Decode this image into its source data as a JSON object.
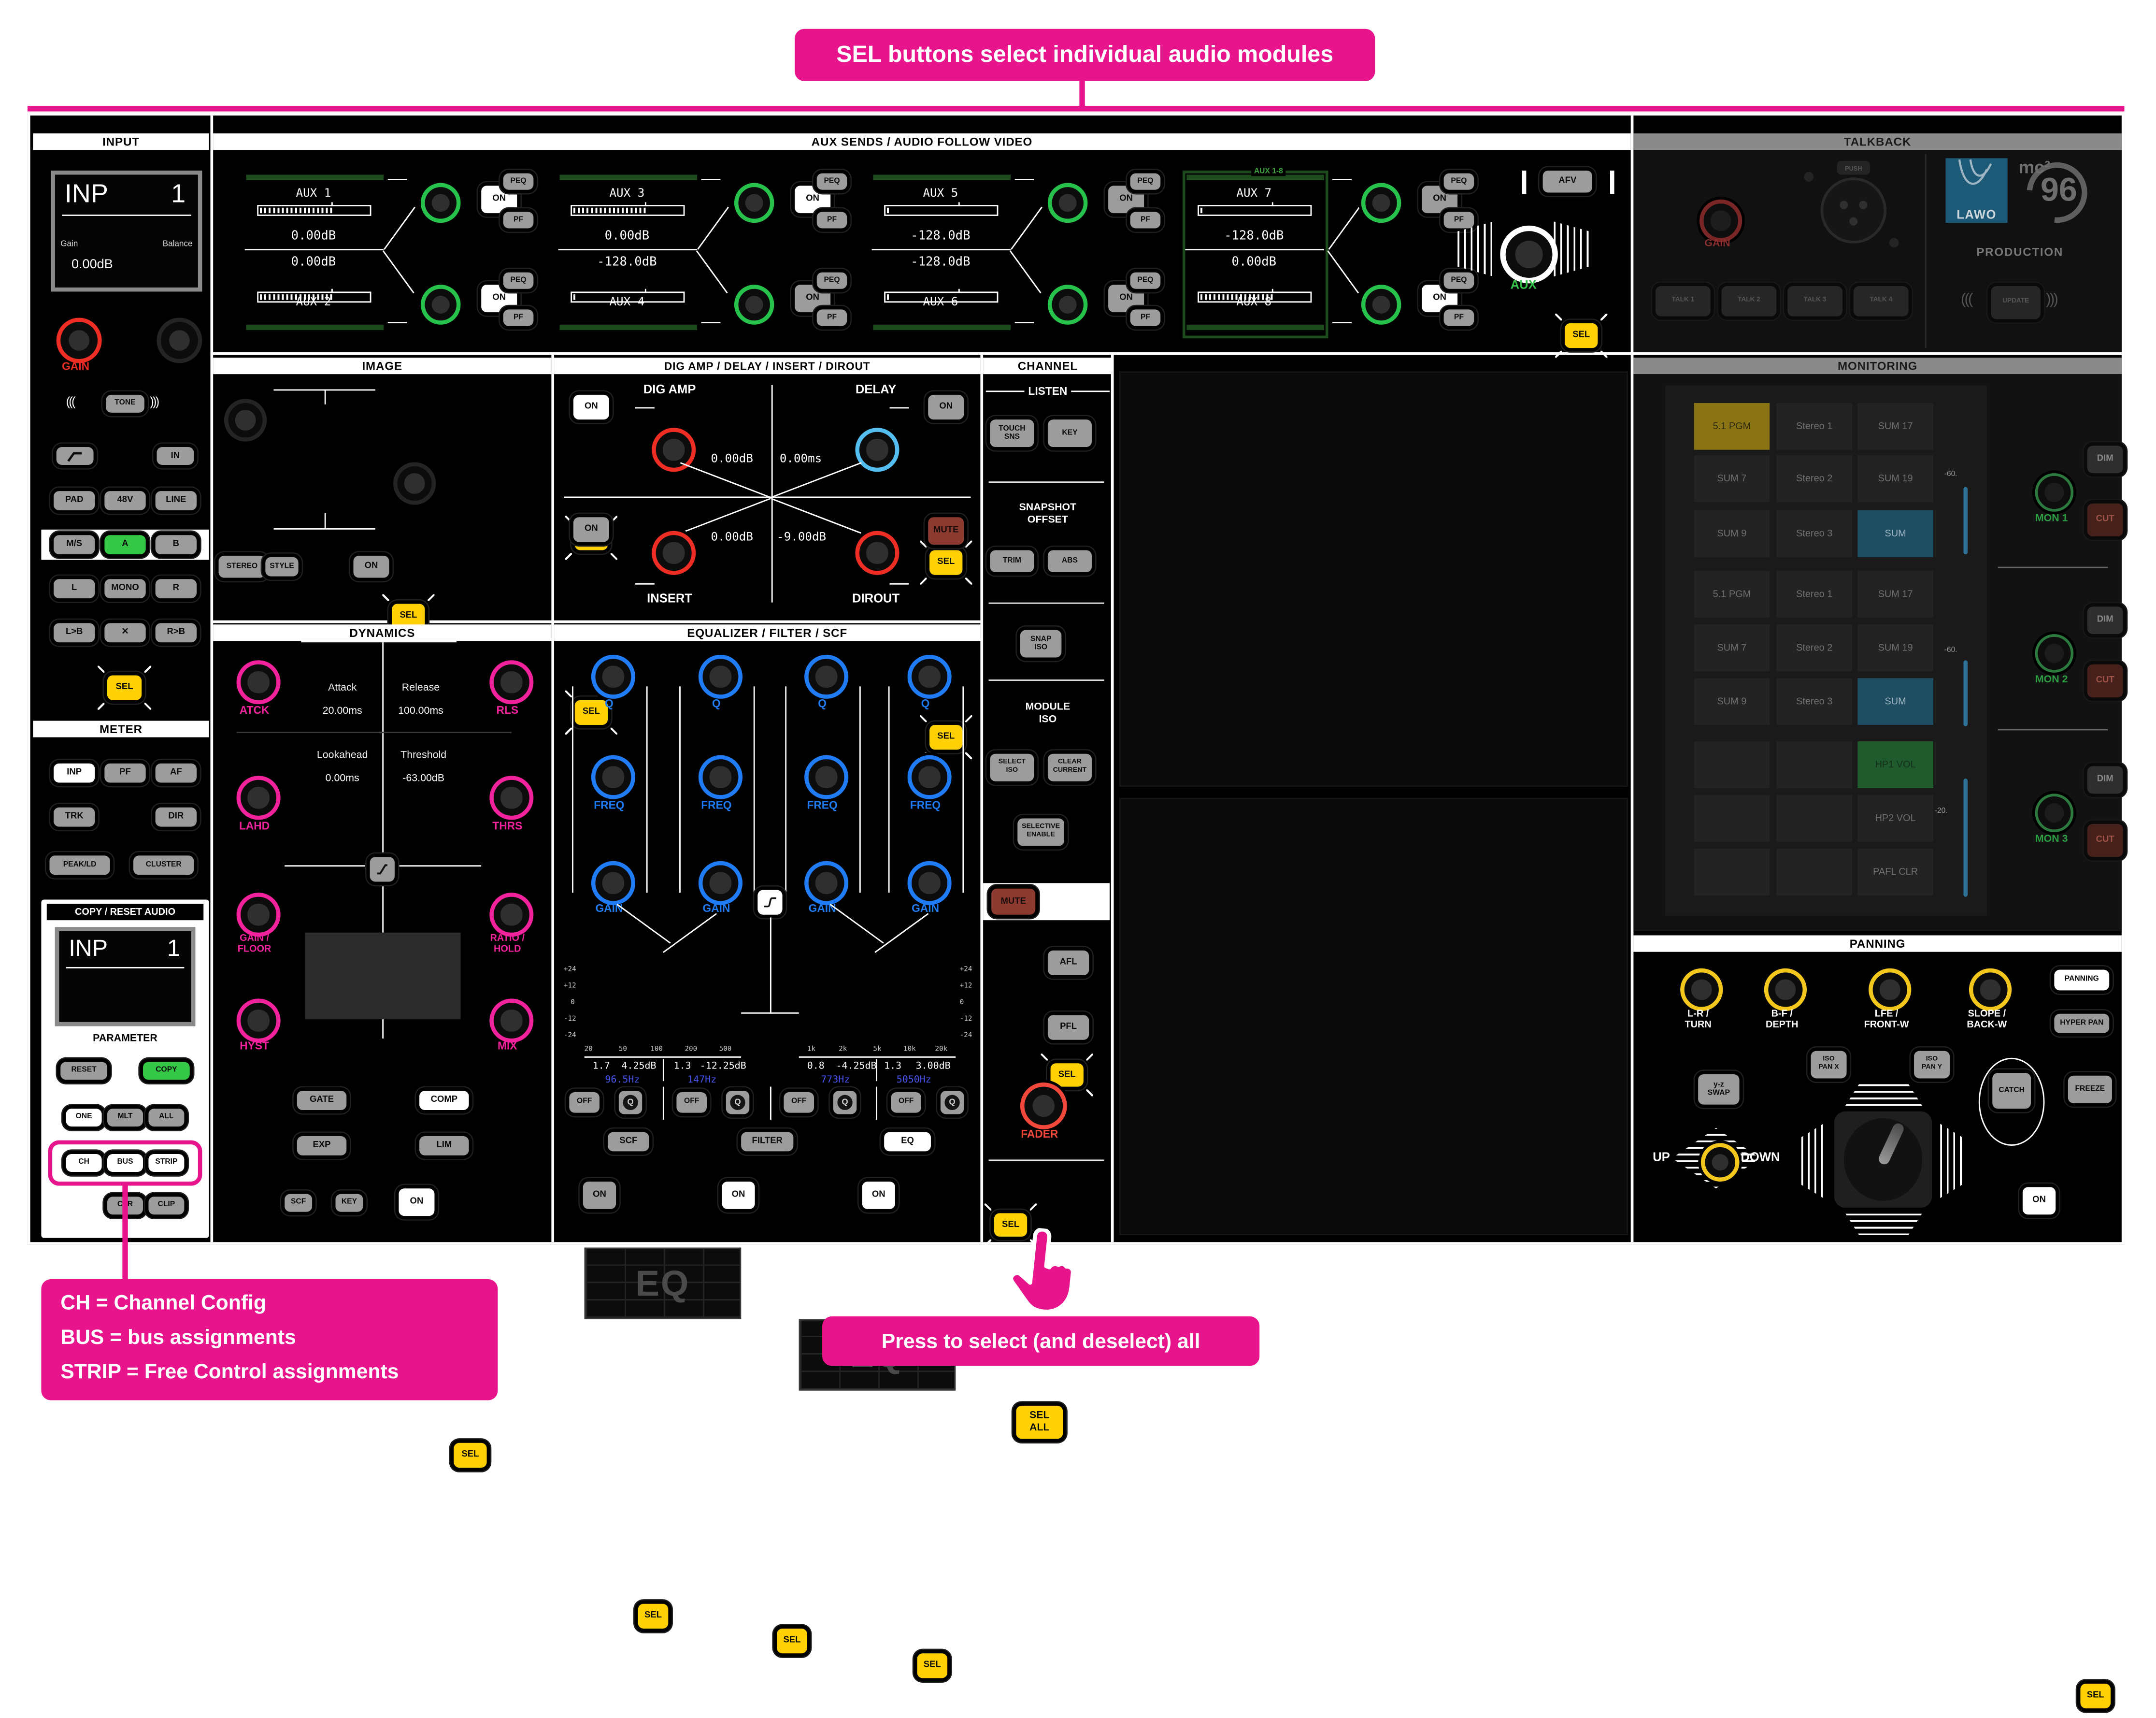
{
  "colors": {
    "accent": "#E8148B",
    "sel_yellow": "#FFD104",
    "active_green": "#35C846",
    "gain_red": "#EE2E24",
    "dyn_pink": "#F2219C",
    "eq_blue": "#1F7CF5",
    "delay_blue": "#55BEF0",
    "mute_red": "#8D3B31",
    "lcd_green": "#1C4A1C",
    "pgm_olive": "#8A7414",
    "sum_teal": "#1F4E63",
    "hp_green": "#1F5B2D",
    "freq_blue": "#4A55EE"
  },
  "labels": {
    "on": "ON",
    "sel": "SEL",
    "peq": "PEQ",
    "pf": "PF",
    "off": "OFF",
    "q": "Q",
    "dim": "DIM",
    "cut": "CUT"
  },
  "annotations": {
    "top": "SEL buttons select individual audio modules",
    "bottom_left_lines": [
      "CH = Channel Config",
      "BUS = bus assignments",
      "STRIP = Free Control assignments"
    ],
    "bottom_center": "Press to select (and deselect) all"
  },
  "input": {
    "header": "INPUT",
    "display": {
      "name": "INP",
      "number": "1",
      "gain_label": "Gain",
      "balance_label": "Balance",
      "gain_value": "0.00dB"
    },
    "gain": "GAIN",
    "tone": "TONE",
    "in_btn": "IN",
    "rows": [
      [
        "PAD",
        "48V",
        "LINE"
      ],
      [
        "M/S",
        "A",
        "B"
      ],
      [
        "L",
        "MONO",
        "R"
      ],
      [
        "L>B",
        "✕",
        "R>B"
      ]
    ],
    "sel": "SEL",
    "meter": {
      "header": "METER",
      "r1": [
        "INP",
        "PF",
        "AF"
      ],
      "r2": [
        "TRK",
        "DIR"
      ],
      "r3": [
        "PEAK/LD",
        "CLUSTER"
      ]
    },
    "copy": {
      "header": "COPY / RESET AUDIO",
      "name": "INP",
      "number": "1",
      "parameter": "PARAMETER",
      "reset": "RESET",
      "copy": "COPY",
      "r1": [
        "ONE",
        "MLT",
        "ALL"
      ],
      "r2": [
        "CH",
        "BUS",
        "STRIP"
      ],
      "r3": [
        "CLR",
        "CLIP"
      ]
    }
  },
  "aux": {
    "header": "AUX SENDS / AUDIO FOLLOW VIDEO",
    "group_label": "AUX 1-8",
    "afv": "AFV",
    "knob_label": "AUX",
    "blocks": [
      {
        "a": {
          "label": "AUX  1",
          "value": "0.00dB",
          "fill": 65
        },
        "b": {
          "label": "AUX  2",
          "value": "0.00dB",
          "fill": 65
        }
      },
      {
        "a": {
          "label": "AUX  3",
          "value": "0.00dB",
          "fill": 65
        },
        "b": {
          "label": "AUX  4",
          "value": "-128.0dB",
          "fill": 3
        }
      },
      {
        "a": {
          "label": "AUX  5",
          "value": "-128.0dB",
          "fill": 3
        },
        "b": {
          "label": "AUX  6",
          "value": "-128.0dB",
          "fill": 3
        }
      },
      {
        "a": {
          "label": "AUX  7",
          "value": "-128.0dB",
          "fill": 3
        },
        "b": {
          "label": "AUX  8",
          "value": "0.00dB",
          "fill": 65
        }
      }
    ]
  },
  "talkback": {
    "header": "TALKBACK",
    "gain": "GAIN",
    "push": "PUSH",
    "talks": [
      "TALK 1",
      "TALK 2",
      "TALK 3",
      "TALK 4"
    ],
    "brand": "LAWO",
    "logo_mc": "mc²",
    "logo_num": "96",
    "production": "PRODUCTION",
    "update": "UPDATE"
  },
  "image_sec": {
    "header": "IMAGE",
    "stereo": "STEREO",
    "style": "STYLE"
  },
  "digamp": {
    "header": "DIG AMP / DELAY / INSERT / DIROUT",
    "digamp": "DIG AMP",
    "delay": "DELAY",
    "insert": "INSERT",
    "dirout": "DIROUT",
    "digamp_value": "0.00dB",
    "delay_value": "0.00ms",
    "insert_value": "0.00dB",
    "dirout_value": "-9.00dB",
    "mute": "MUTE"
  },
  "channel": {
    "header": "CHANNEL",
    "listen": "LISTEN",
    "touch_sns": "TOUCH\nSNS",
    "key": "KEY",
    "snapshot": "SNAPSHOT\nOFFSET",
    "trim": "TRIM",
    "abs": "ABS",
    "snap_iso": "SNAP\nISO",
    "module_iso": "MODULE\nISO",
    "select_iso": "SELECT\nISO",
    "clear_current": "CLEAR\nCURRENT",
    "selective": "SELECTIVE\nENABLE",
    "mute": "MUTE",
    "afl": "AFL",
    "pfl": "PFL",
    "fader": "FADER",
    "sel_all": "SEL\nALL"
  },
  "dynamics": {
    "header": "DYNAMICS",
    "attack_label": "Attack",
    "attack": "20.00ms",
    "release_label": "Release",
    "release": "100.00ms",
    "lookahead_label": "Lookahead",
    "lookahead": "0.00ms",
    "threshold_label": "Threshold",
    "threshold": "-63.00dB",
    "knobs": {
      "atck": "ATCK",
      "rls": "RLS",
      "lahd": "LAHD",
      "thrs": "THRS",
      "gain_floor": "GAIN /\nFLOOR",
      "ratio_hold": "RATIO /\nHOLD",
      "hyst": "HYST",
      "mix": "MIX"
    },
    "buttons": {
      "gate": "GATE",
      "comp": "COMP",
      "exp": "EXP",
      "lim": "LIM",
      "scf": "SCF",
      "key": "KEY"
    }
  },
  "eq": {
    "header": "EQUALIZER / FILTER / SCF",
    "q": "Q",
    "freq": "FREQ",
    "gain": "GAIN",
    "watermark": "EQ",
    "ylabels": [
      "+24",
      "+12",
      "0",
      "-12",
      "-24"
    ],
    "xlow": [
      "20",
      "50",
      "100",
      "200",
      "500"
    ],
    "xhigh": [
      "1k",
      "2k",
      "5k",
      "10k",
      "20k"
    ],
    "bands": [
      {
        "q": "1.7",
        "gain": "4.25dB",
        "freq": "96.5Hz"
      },
      {
        "q": "1.3",
        "gain": "-12.25dB",
        "freq": "147Hz"
      },
      {
        "q": "0.8",
        "gain": "-4.25dB",
        "freq": "773Hz"
      },
      {
        "q": "1.3",
        "gain": "3.00dB",
        "freq": "5050Hz"
      }
    ],
    "scf": "SCF",
    "filter": "FILTER",
    "eq_btn": "EQ"
  },
  "monitoring": {
    "header": "MONITORING",
    "groups": [
      {
        "cells": [
          "5.1 PGM",
          "Stereo 1",
          "SUM 17",
          "SUM 7",
          "Stereo 2",
          "SUM 19",
          "SUM 9",
          "Stereo 3",
          "SUM"
        ],
        "bar_label": "-60.",
        "mon": "MON 1"
      },
      {
        "cells": [
          "5.1 PGM",
          "Stereo 1",
          "SUM 17",
          "SUM 7",
          "Stereo 2",
          "SUM 19",
          "SUM 9",
          "Stereo 3",
          "SUM"
        ],
        "bar_label": "-60.",
        "mon": "MON 2"
      },
      {
        "cells": [
          "",
          "",
          "HP1 VOL",
          "",
          "",
          "HP2 VOL",
          "",
          "",
          "PAFL CLR"
        ],
        "bar_label": "-20.",
        "mon": "MON 3"
      }
    ]
  },
  "panning": {
    "header": "PANNING",
    "knobs": [
      "L-R /\nTURN",
      "B-F /\nDEPTH",
      "LFE /\nFRONT-W",
      "SLOPE /\nBACK-W"
    ],
    "panning_btn": "PANNING",
    "hyper_pan": "HYPER PAN",
    "iso_pan_x": "ISO\nPAN X",
    "iso_pan_y": "ISO\nPAN Y",
    "yz_swap": "y-z\nSWAP",
    "catch": "CATCH",
    "freeze": "FREEZE",
    "up": "UP",
    "down": "DOWN"
  }
}
